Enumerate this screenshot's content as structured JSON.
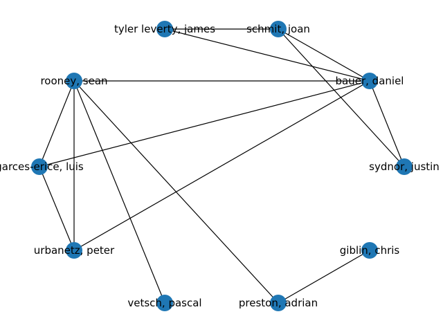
{
  "graph": {
    "node_color": "#1f77b4",
    "edge_color": "#000000",
    "nodes": [
      {
        "id": "tyler",
        "label": "tyler leverty, james"
      },
      {
        "id": "schmit",
        "label": "schmit, joan"
      },
      {
        "id": "rooney",
        "label": "rooney, sean"
      },
      {
        "id": "bauer",
        "label": "bauer, daniel"
      },
      {
        "id": "garces",
        "label": "garces-erice, luis"
      },
      {
        "id": "sydnor",
        "label": "sydnor, justin"
      },
      {
        "id": "urbanetz",
        "label": "urbanetz, peter"
      },
      {
        "id": "giblin",
        "label": "giblin, chris"
      },
      {
        "id": "vetsch",
        "label": "vetsch, pascal"
      },
      {
        "id": "preston",
        "label": "preston, adrian"
      }
    ],
    "edges": [
      [
        "tyler",
        "schmit"
      ],
      [
        "tyler",
        "bauer"
      ],
      [
        "schmit",
        "bauer"
      ],
      [
        "schmit",
        "sydnor"
      ],
      [
        "rooney",
        "bauer"
      ],
      [
        "rooney",
        "garces"
      ],
      [
        "rooney",
        "urbanetz"
      ],
      [
        "rooney",
        "vetsch"
      ],
      [
        "rooney",
        "preston"
      ],
      [
        "bauer",
        "garces"
      ],
      [
        "bauer",
        "urbanetz"
      ],
      [
        "bauer",
        "sydnor"
      ],
      [
        "garces",
        "urbanetz"
      ],
      [
        "giblin",
        "preston"
      ]
    ]
  }
}
